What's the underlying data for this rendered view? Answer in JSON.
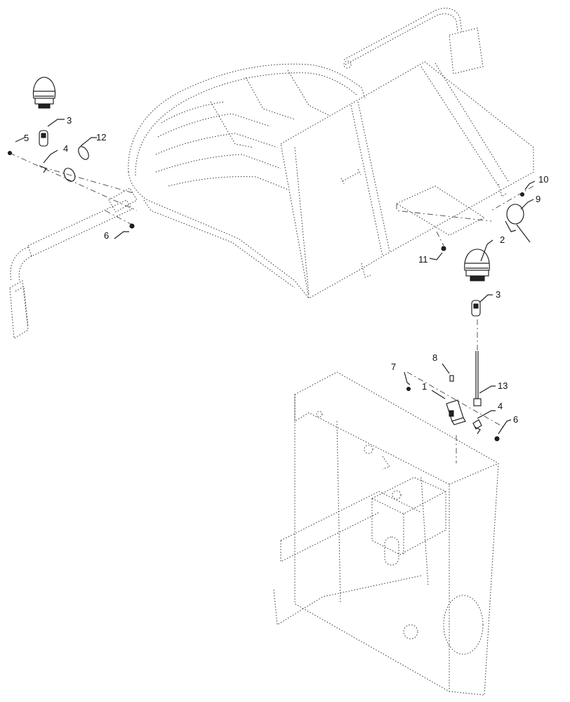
{
  "callouts": {
    "c1": "1",
    "c2": "2",
    "c3a": "3",
    "c3b": "3",
    "c4a": "4",
    "c4b": "4",
    "c5": "5",
    "c6a": "6",
    "c6b": "6",
    "c7": "7",
    "c8": "8",
    "c9": "9",
    "c10": "10",
    "c11": "11",
    "c12": "12",
    "c13": "13"
  },
  "icons": {
    "beacon": "beacon-light-icon",
    "mirror": "mirror-icon"
  }
}
